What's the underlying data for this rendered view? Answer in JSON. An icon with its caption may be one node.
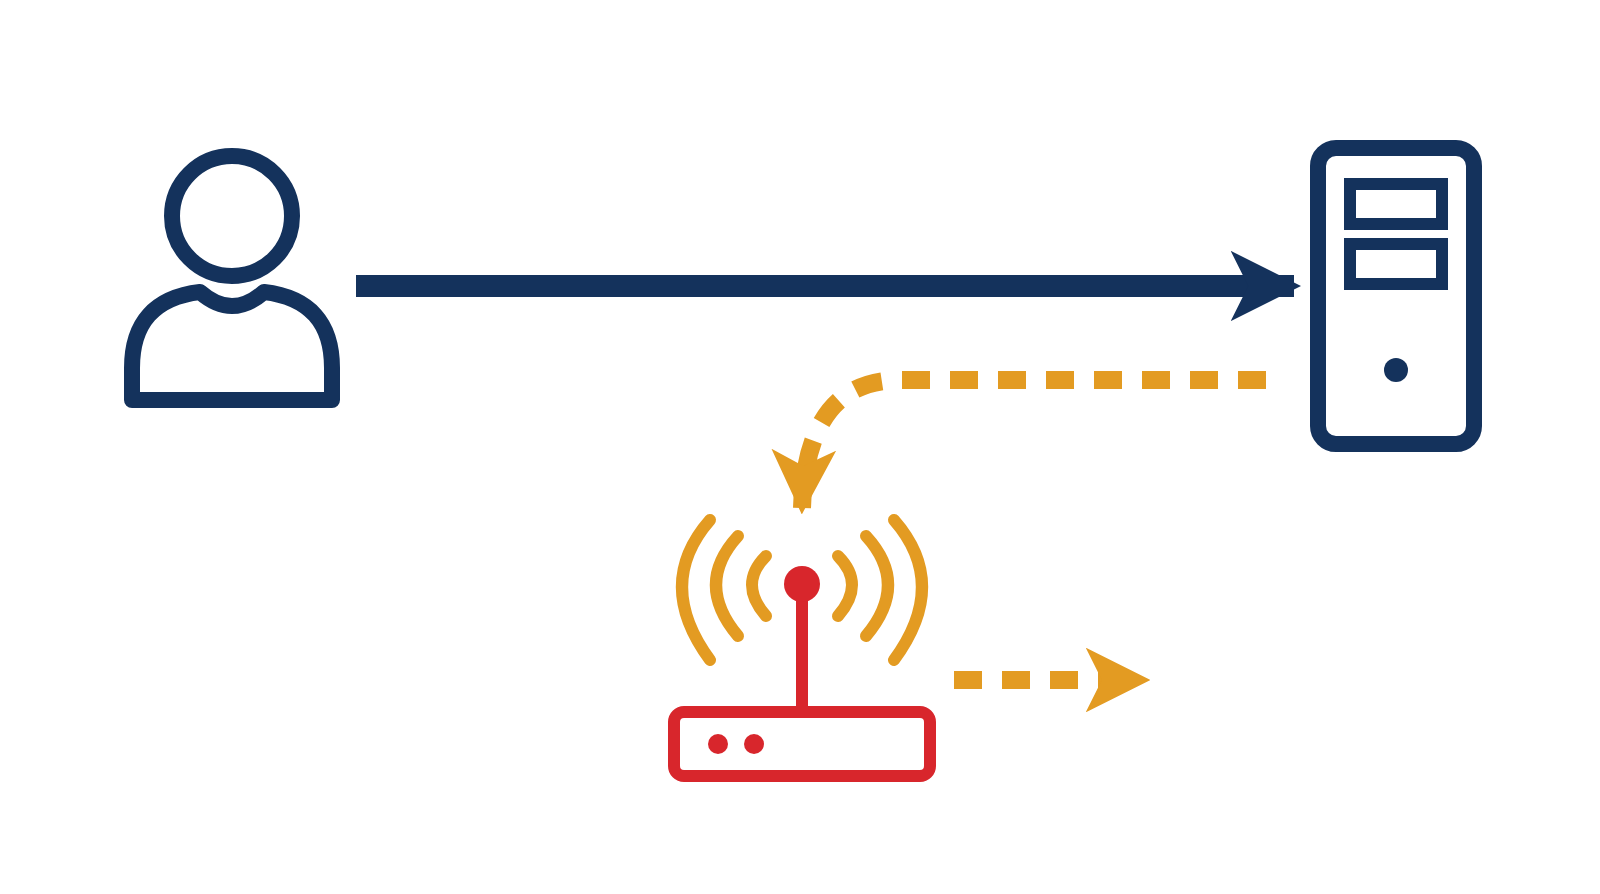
{
  "diagram": {
    "nodes": [
      {
        "text": [],
        "shape": "person"
      },
      {
        "text": [],
        "shape": "server"
      },
      {
        "text": [],
        "shape": "router"
      }
    ],
    "edges": [
      {
        "from": 0,
        "to": 1,
        "arrow": "to",
        "color": "#14325c"
      },
      {
        "from": 1,
        "to": 2,
        "arrow": "to",
        "style": "dashed",
        "color": "#e39b22"
      },
      {
        "from": 2,
        "to": null,
        "arrow": "to",
        "style": "dashed",
        "color": "#e39b22"
      }
    ]
  }
}
